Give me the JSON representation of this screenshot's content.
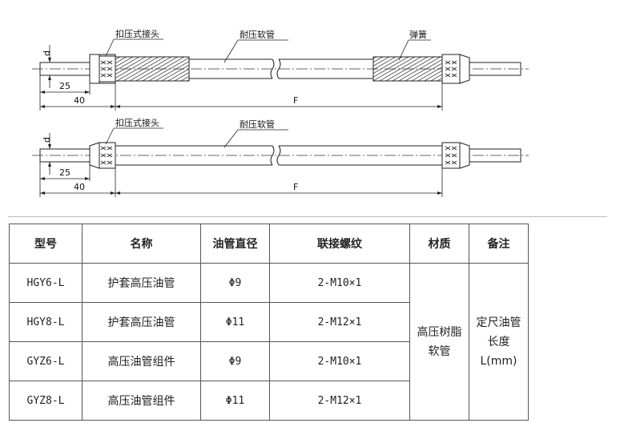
{
  "drawing": {
    "top": {
      "crimp_label": "扣压式接头",
      "hose_label": "耐压软管",
      "spring_label": "弹簧",
      "d_label": "d",
      "dim_25": "25",
      "dim_40": "40",
      "dim_F": "F"
    },
    "bottom": {
      "crimp_label": "扣压式接头",
      "hose_label": "耐压软管",
      "d_label": "d",
      "dim_25": "25",
      "dim_40": "40",
      "dim_F": "F"
    }
  },
  "table": {
    "headers": [
      "型号",
      "名称",
      "油管直径",
      "联接螺纹",
      "材质",
      "备注"
    ],
    "rows": [
      {
        "model": "HGY6-L",
        "name": "护套高压油管",
        "diameter": "Φ9",
        "thread": "2-M10×1"
      },
      {
        "model": "HGY8-L",
        "name": "护套高压油管",
        "diameter": "Φ11",
        "thread": "2-M12×1"
      },
      {
        "model": "GYZ6-L",
        "name": "高压油管组件",
        "diameter": "Φ9",
        "thread": "2-M10×1"
      },
      {
        "model": "GYZ8-L",
        "name": "高压油管组件",
        "diameter": "Φ11",
        "thread": "2-M12×1"
      }
    ],
    "material_line1": "高压树脂",
    "material_line2": "软管",
    "note_line1": "定尺油管",
    "note_line2": "长度L(mm)"
  }
}
